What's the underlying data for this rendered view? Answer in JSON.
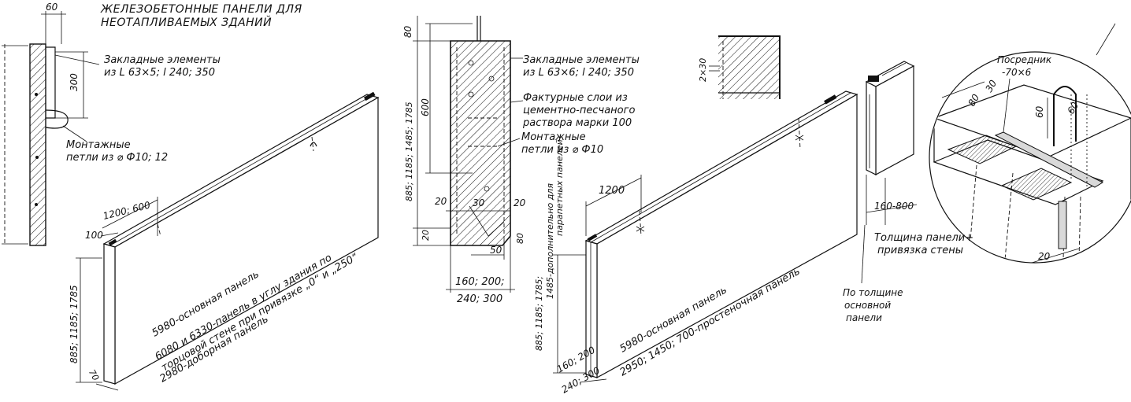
{
  "title": {
    "line1": "ЖЕЛЕЗОБЕТОННЫЕ ПАНЕЛИ ДЛЯ",
    "line2": "НЕОТАПЛИВАЕМЫХ ЗДАНИЙ"
  },
  "left_section": {
    "dim_60": "60",
    "dim_300": "300",
    "embedded_1": "Закладные элементы",
    "embedded_2": "из L 63×5; l 240; 350",
    "loops_1": "Монтажные",
    "loops_2": "петли из ⌀ Ф10; 12"
  },
  "panel1": {
    "dim_1200_600": "1200; 600",
    "dim_100": "100",
    "height": "885; 1185; 1785",
    "dim_70": "70",
    "label_main": "5980-основная панель",
    "label_corner_1": "6080 и 6330-панель в углу здания по",
    "label_corner_2": "торцовой стене при привязке „0“ и „250“",
    "label_addon": "2980-доборная панель"
  },
  "section_middle": {
    "dim_80": "80",
    "dim_600": "600",
    "height": "885; 1185; 1485; 1785",
    "dim_20a": "20",
    "dim_30": "30",
    "dim_20b": "20",
    "dim_20c": "20",
    "dim_80b": "80",
    "dim_50": "50",
    "thickness_1": "160; 200;",
    "thickness_2": "240; 300",
    "embedded_1": "Закладные элементы",
    "embedded_2": "из L 63×6; l 240; 350",
    "texture_1": "Фактурные слои из",
    "texture_2": "цементно-песчаного",
    "texture_3": "раствора марки 100",
    "loops_1": "Монтажные",
    "loops_2": "петли из ⌀ Ф10"
  },
  "panel2": {
    "dim_2x30": "2×30",
    "dim_1200": "1200",
    "height": "885; 1185; 1785;",
    "height_extra_1": "1485-дополнительно для",
    "height_extra_2": "парапетных панелей",
    "label_main": "5980-основная панель",
    "label_pier": "2950; 1450; 700-простеночная панель",
    "thickness_1": "160; 200",
    "thickness_2": "240; 300",
    "dim_160_800": "160-800",
    "wall_1": "Толщина панели+",
    "wall_2": "привязка стены",
    "main_1": "По толщине",
    "main_2": "основной",
    "main_3": "панели"
  },
  "detail": {
    "spacer_1": "Посредник",
    "spacer_2": "-70×6",
    "dim_80": "80",
    "dim_30": "30",
    "dim_60a": "60",
    "dim_60b": "60",
    "dim_20": "20"
  }
}
